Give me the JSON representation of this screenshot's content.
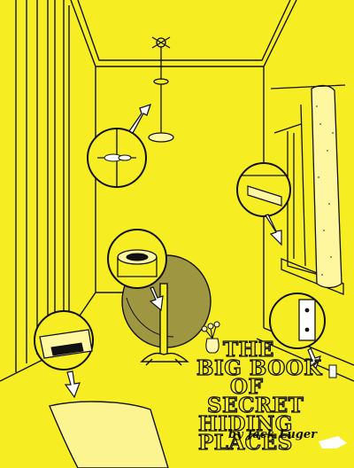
{
  "cover": {
    "title_lines": [
      "THE",
      "BIG BOOK",
      "OF",
      "SECRET",
      "HIDING PLACES"
    ],
    "author": "by Jack Luger"
  },
  "colors": {
    "background": "#f6ee22",
    "ink": "#111111",
    "shade": "#9e9640"
  }
}
